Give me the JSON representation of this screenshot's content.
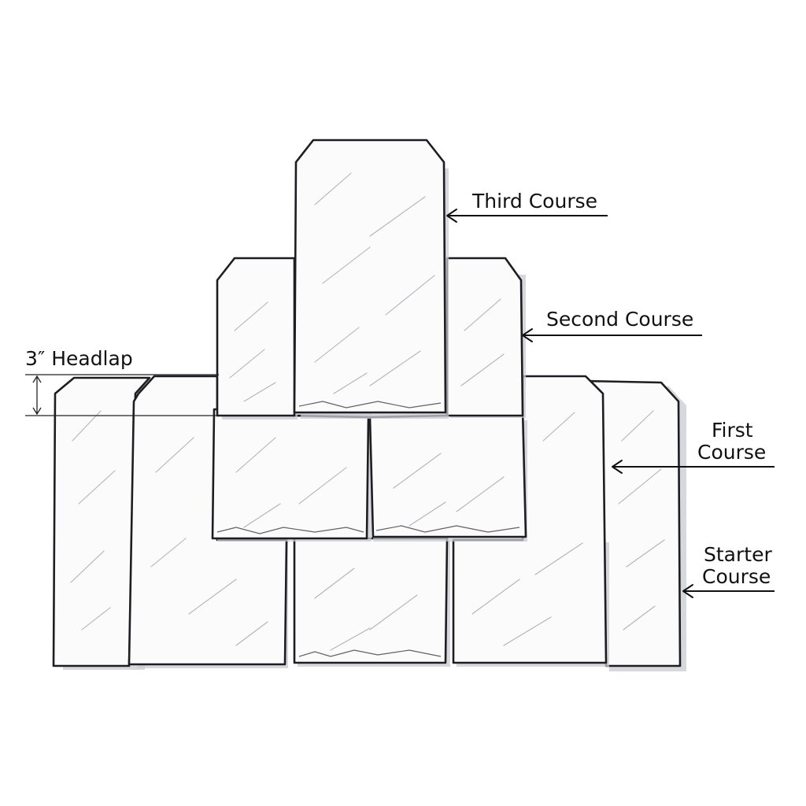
{
  "labels": {
    "third_course": "Third Course",
    "second_course": "Second Course",
    "first_course_line1": "First",
    "first_course_line2": "Course",
    "starter_course_line1": "Starter",
    "starter_course_line2": "Course",
    "headlap": "3″ Headlap"
  },
  "colors": {
    "line": "#1e1e22",
    "slate_face": "#fbfbfc",
    "slate_shadow": "#c9cbd3",
    "background": "#ffffff"
  }
}
